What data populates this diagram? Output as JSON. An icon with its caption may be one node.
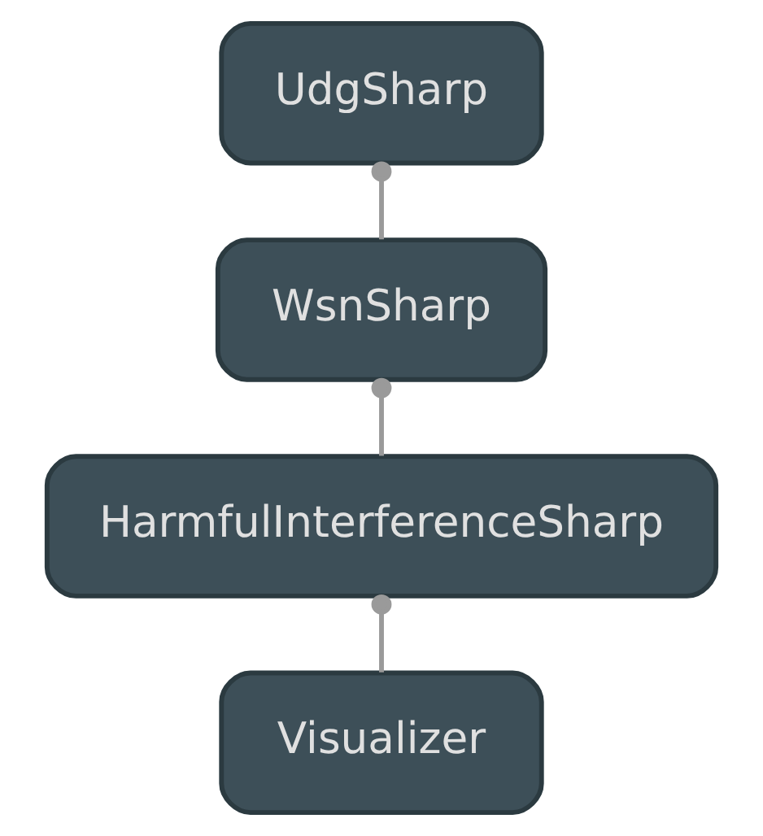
{
  "diagram": {
    "nodes": [
      {
        "text": [
          "UdgSharp"
        ]
      },
      {
        "text": [
          "WsnSharp"
        ]
      },
      {
        "text": [
          "HarmfulInterferenceSharp"
        ]
      },
      {
        "text": [
          "Visualizer"
        ]
      }
    ],
    "edges": [
      {
        "from": 0,
        "to": 1,
        "arrow": "other"
      },
      {
        "from": 1,
        "to": 2,
        "arrow": "other"
      },
      {
        "from": 2,
        "to": 3,
        "arrow": "other"
      }
    ]
  }
}
